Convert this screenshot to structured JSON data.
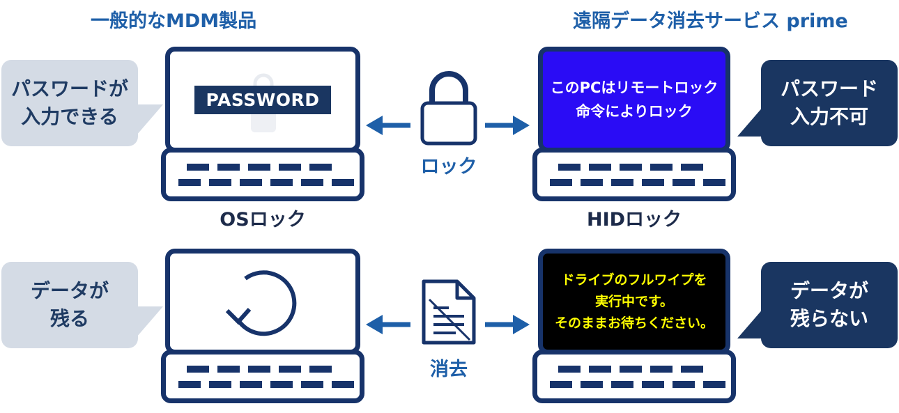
{
  "headings": {
    "left": "一般的なMDM製品",
    "right": "遠隔データ消去サービス prime"
  },
  "row1": {
    "left_bubble": [
      "パスワードが",
      "入力できる"
    ],
    "password_box": "PASSWORD",
    "left_caption": "OSロック",
    "middle_label": "ロック",
    "right_screen": [
      "このPCはリモートロック",
      "命令によりロック"
    ],
    "right_caption": "HIDロック",
    "right_bubble": [
      "パスワード",
      "入力不可"
    ]
  },
  "row2": {
    "left_bubble": [
      "データが",
      "残る"
    ],
    "middle_label": "消去",
    "right_screen": [
      "ドライブのフルワイプを",
      "実行中です。",
      "そのままお待ちください。"
    ],
    "right_bubble": [
      "データが",
      "残らない"
    ]
  },
  "colors": {
    "heading_blue": "#1e5fa8",
    "laptop_navy": "#17336a",
    "lock_screen_blue": "#2a0cf5",
    "wipe_screen_black": "#000000",
    "wipe_text_yellow": "#ffff00",
    "left_bubble_bg": "#d4dbe5",
    "right_bubble_bg": "#1a3661"
  },
  "icons": {
    "row1_left_screen": "lock-watermark-icon",
    "row1_middle": "padlock-icon",
    "row2_left_screen": "refresh-icon",
    "row2_middle": "document-icon"
  }
}
